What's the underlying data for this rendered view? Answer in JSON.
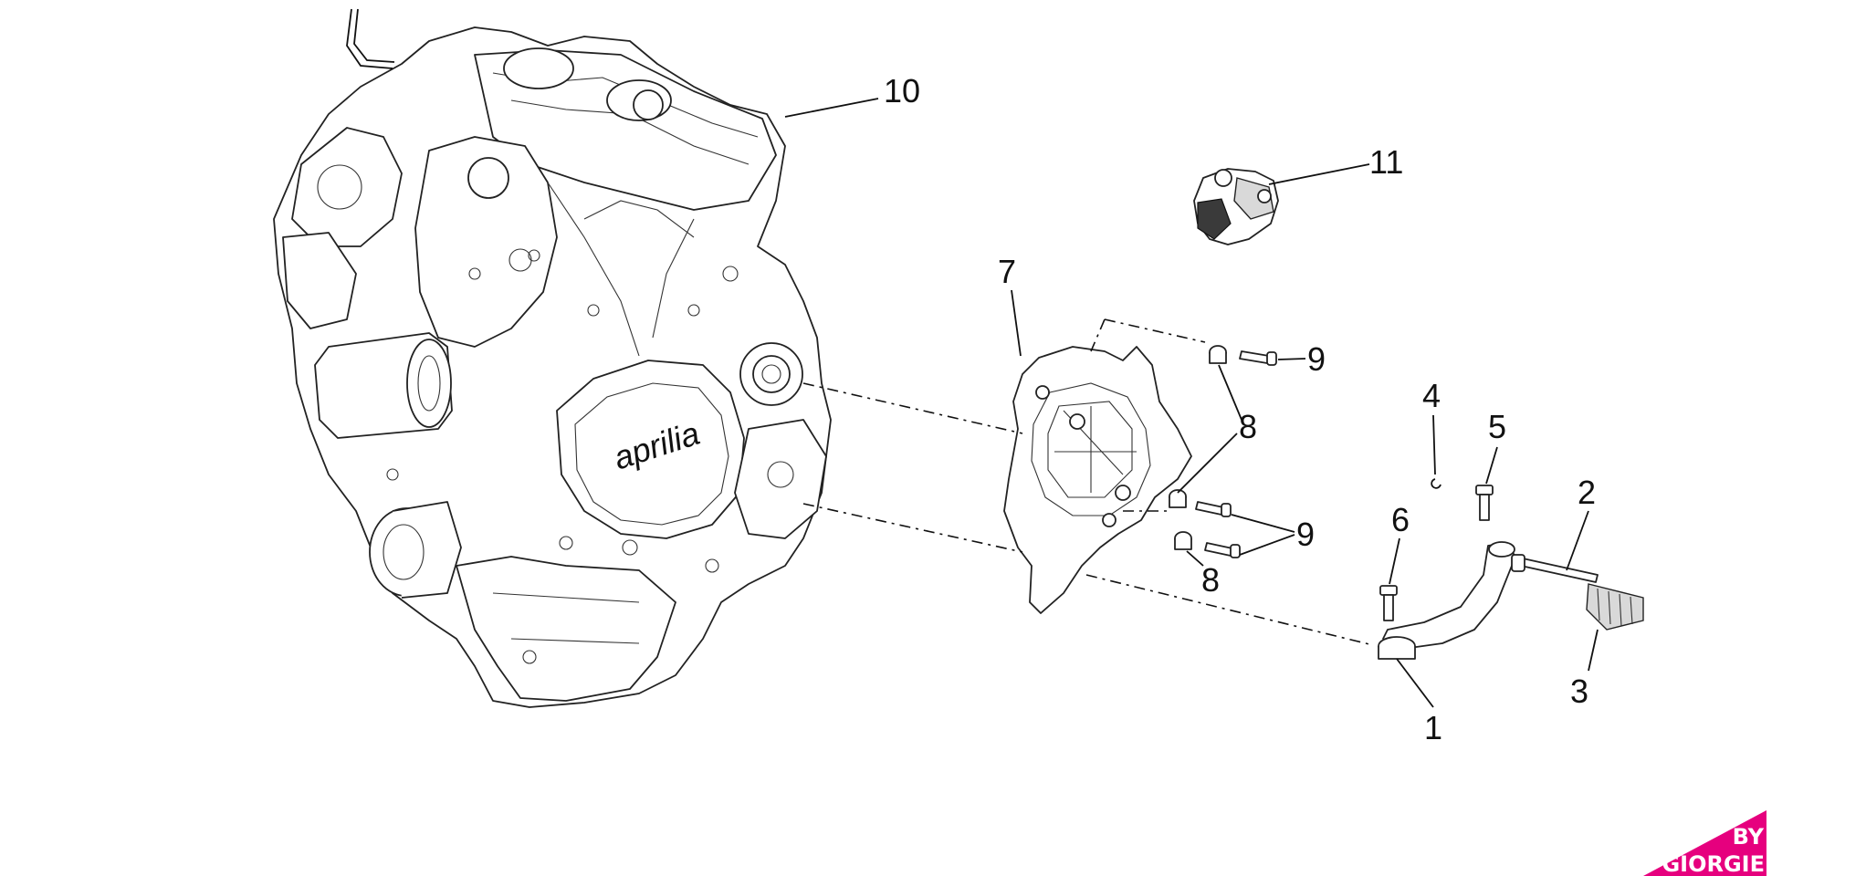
{
  "diagram": {
    "callouts": [
      "1",
      "2",
      "3",
      "4",
      "5",
      "6",
      "7",
      "8",
      "8",
      "9",
      "9",
      "10",
      "11"
    ],
    "engine_logo_text": "aprilia"
  },
  "brand": {
    "line1": "BY",
    "line2": "GIORGIE",
    "color": "#e6007e"
  }
}
